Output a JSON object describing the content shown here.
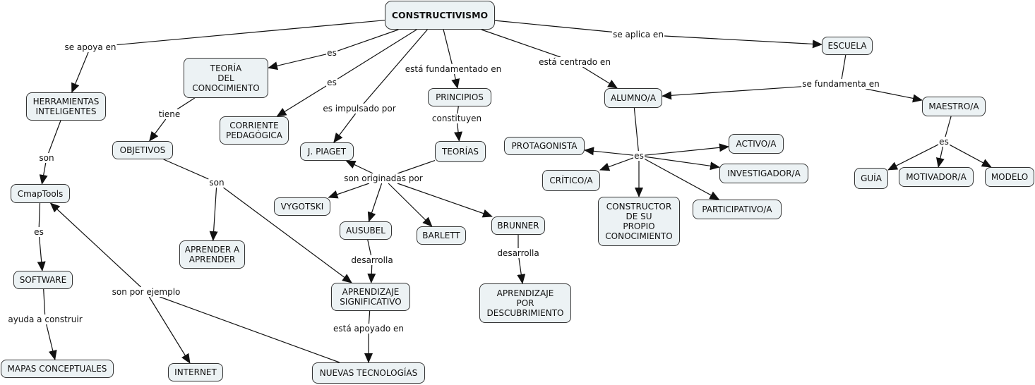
{
  "map": {
    "root": "CONSTRUCTIVISMO",
    "concepts": {
      "constructivismo": "CONSTRUCTIVISMO",
      "herramientas": "HERRAMIENTAS\nINTELIGENTES",
      "teoria": "TEORÍA\nDEL\nCONOCIMIENTO",
      "corriente": "CORRIENTE\nPEDAGÓGICA",
      "objetivos": "OBJETIVOS",
      "cmaptools": "CmapTools",
      "software": "SOFTWARE",
      "mapas": "MAPAS CONCEPTUALES",
      "internet": "INTERNET",
      "aprender": "APRENDER A\nAPRENDER",
      "piaget": "J. PIAGET",
      "principios": "PRINCIPIOS",
      "teorias": "TEORÍAS",
      "vygotski": "VYGOTSKI",
      "ausubel": "AUSUBEL",
      "barlett": "BARLETT",
      "brunner": "BRUNNER",
      "ap_significativo": "APRENDIZAJE\nSIGNIFICATIVO",
      "ap_descubrimiento": "APRENDIZAJE\nPOR\nDESCUBRIMIENTO",
      "nuevas_tec": "NUEVAS TECNOLOGÍAS",
      "alumno": "ALUMNO/A",
      "protagonista": "PROTAGONISTA",
      "critico": "CRÍTICO/A",
      "constructor": "CONSTRUCTOR\nDE SU\nPROPIO\nCONOCIMIENTO",
      "activo": "ACTIVO/A",
      "investigador": "INVESTIGADOR/A",
      "participativo": "PARTICIPATIVO/A",
      "escuela": "ESCUELA",
      "maestro": "MAESTRO/A",
      "guia": "GUÍA",
      "motivador": "MOTIVADOR/A",
      "modelo": "MODELO"
    },
    "linking_phrases": {
      "se_apoya_en": "se apoya en",
      "es1": "es",
      "es2": "es",
      "es_impulsado_por": "es impulsado por",
      "esta_fundamentado_en": "está fundamentado en",
      "esta_centrado_en": "está centrado en",
      "se_aplica_en": "se aplica en",
      "se_fundamenta_en": "se fundamenta en",
      "tiene": "tiene",
      "son1": "son",
      "son2": "son",
      "es_cmap": "es",
      "ayuda_a_construir": "ayuda a construir",
      "son_por_ejemplo": "son por ejemplo",
      "constituyen": "constituyen",
      "son_originadas_por": "son originadas por",
      "desarrolla1": "desarrolla",
      "desarrolla2": "desarrolla",
      "esta_apoyado_en": "está apoyado en",
      "es_alumno": "es",
      "es_maestro": "es"
    },
    "connections": [
      [
        "constructivismo",
        "se_apoya_en"
      ],
      [
        "se_apoya_en",
        "herramientas"
      ],
      [
        "constructivismo",
        "es1"
      ],
      [
        "es1",
        "teoria"
      ],
      [
        "constructivismo",
        "es2"
      ],
      [
        "es2",
        "corriente"
      ],
      [
        "constructivismo",
        "es_impulsado_por"
      ],
      [
        "es_impulsado_por",
        "piaget"
      ],
      [
        "constructivismo",
        "esta_fundamentado_en"
      ],
      [
        "esta_fundamentado_en",
        "principios"
      ],
      [
        "constructivismo",
        "esta_centrado_en"
      ],
      [
        "esta_centrado_en",
        "alumno"
      ],
      [
        "constructivismo",
        "se_aplica_en"
      ],
      [
        "se_aplica_en",
        "escuela"
      ],
      [
        "escuela",
        "se_fundamenta_en"
      ],
      [
        "se_fundamenta_en",
        "alumno"
      ],
      [
        "se_fundamenta_en",
        "maestro"
      ],
      [
        "teoria",
        "tiene"
      ],
      [
        "tiene",
        "objetivos"
      ],
      [
        "objetivos",
        "son2"
      ],
      [
        "son2",
        "aprender"
      ],
      [
        "son2",
        "ap_significativo"
      ],
      [
        "herramientas",
        "son1"
      ],
      [
        "son1",
        "cmaptools"
      ],
      [
        "cmaptools",
        "es_cmap"
      ],
      [
        "es_cmap",
        "software"
      ],
      [
        "software",
        "ayuda_a_construir"
      ],
      [
        "ayuda_a_construir",
        "mapas"
      ],
      [
        "nuevas_tec",
        "son_por_ejemplo"
      ],
      [
        "son_por_ejemplo",
        "cmaptools"
      ],
      [
        "son_por_ejemplo",
        "internet"
      ],
      [
        "principios",
        "constituyen"
      ],
      [
        "constituyen",
        "teorias"
      ],
      [
        "teorias",
        "son_originadas_por"
      ],
      [
        "son_originadas_por",
        "piaget"
      ],
      [
        "son_originadas_por",
        "vygotski"
      ],
      [
        "son_originadas_por",
        "ausubel"
      ],
      [
        "son_originadas_por",
        "barlett"
      ],
      [
        "son_originadas_por",
        "brunner"
      ],
      [
        "ausubel",
        "desarrolla1"
      ],
      [
        "desarrolla1",
        "ap_significativo"
      ],
      [
        "brunner",
        "desarrolla2"
      ],
      [
        "desarrolla2",
        "ap_descubrimiento"
      ],
      [
        "ap_significativo",
        "esta_apoyado_en"
      ],
      [
        "esta_apoyado_en",
        "nuevas_tec"
      ],
      [
        "alumno",
        "es_alumno"
      ],
      [
        "es_alumno",
        "protagonista"
      ],
      [
        "es_alumno",
        "critico"
      ],
      [
        "es_alumno",
        "constructor"
      ],
      [
        "es_alumno",
        "activo"
      ],
      [
        "es_alumno",
        "investigador"
      ],
      [
        "es_alumno",
        "participativo"
      ],
      [
        "maestro",
        "es_maestro"
      ],
      [
        "es_maestro",
        "guia"
      ],
      [
        "es_maestro",
        "motivador"
      ],
      [
        "es_maestro",
        "modelo"
      ]
    ],
    "colors": {
      "node_fill": "#ecf2f4",
      "node_border": "#333333",
      "line": "#111111"
    }
  }
}
